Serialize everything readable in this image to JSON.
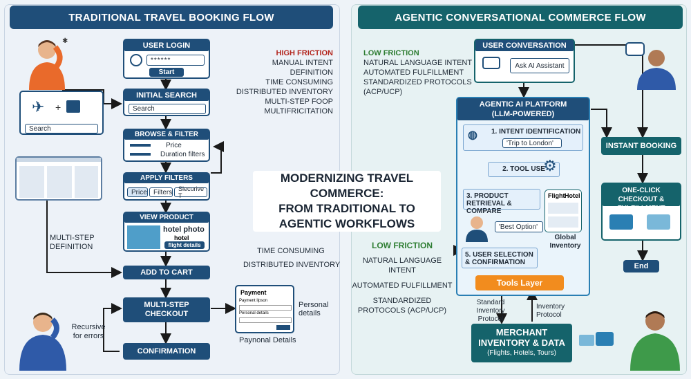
{
  "left": {
    "title": "TRADITIONAL TRAVEL BOOKING FLOW",
    "login": {
      "title": "USER LOGIN",
      "password": "******",
      "start": "Start"
    },
    "search_step": {
      "title": "INITIAL SEARCH",
      "placeholder": "Search"
    },
    "side_search": "Search",
    "browse": {
      "title": "BROWSE & FILTER RESULTS",
      "price": "Price",
      "duration": "Duration filters"
    },
    "apply": {
      "title": "APPLY FILTERS",
      "chips": [
        "Price",
        "Filters",
        "Slecurive T"
      ]
    },
    "product": {
      "title": "VIEW PRODUCT DETAILS",
      "photo": "hotel photo",
      "hotel": "hotel",
      "details": "flight details"
    },
    "cart": "ADD TO CART",
    "checkout": "MULTI-STEP CHECKOUT",
    "confirmation": "CONFIRMATION",
    "friction_title": "HIGH FRICTION",
    "friction_items": [
      "MANUAL INTENT DEFINITION",
      "TIME CONSUMING",
      "DISTRIBUTED INVENTORY",
      "MULTI-STEP FOOP",
      "MULTIFRICITATION"
    ],
    "multi_step_definition": "MULTI-STEP DEFINITION",
    "time_consuming": "TIME CONSUMING",
    "distributed_inventory": "DISTRIBUTED INVENTORY",
    "recursive": "Recursive for errors",
    "payment": {
      "title": "Payment",
      "field1": "Payment lipson",
      "field2": "Personal details"
    },
    "personal_details": "Personal details",
    "paynonal_details": "Paynonal Details"
  },
  "center_title": [
    "MODERNIZING TRAVEL COMMERCE:",
    "FROM TRADITIONAL TO",
    "AGENTIC WORKFLOWS"
  ],
  "right": {
    "title": "AGENTIC CONVERSATIONAL COMMERCE FLOW",
    "friction_title": "LOW FRICTION",
    "friction_items": [
      "NATURAL LANGUAGE INTENT",
      "AUTOMATED FULFILLMENT",
      "STANDARDIZED PROTOCOLS",
      "(ACP/UCP)"
    ],
    "conversation": {
      "title": "USER CONVERSATION START",
      "button": "Ask AI Assistant"
    },
    "platform": {
      "title1": "AGENTIC AI PLATFORM",
      "title2": "(LLM-POWERED)"
    },
    "intent": {
      "title": "1. INTENT IDENTIFICATION",
      "quote": "'Trip to London'"
    },
    "tool_use": "2. TOOL USE",
    "retrieval": "3. PRODUCT RETRIEVAL & COMPARE",
    "best_option": "'Best Option'",
    "selection": "5. USER SELECTION & CONFIRMATION",
    "flight": "Flight",
    "hotel": "Hotel",
    "global_inventory": "Global Inventory",
    "tools_layer": "Tools Layer",
    "instant_booking": "INSTANT BOOKING",
    "oneclick": "ONE-CLICK CHECKOUT & FULFILLMENT",
    "end": "End",
    "low_friction2": "LOW FRICTION",
    "nl_intent": "NATURAL LANGUAGE INTENT",
    "auto_fulfill": "AUTOMATED FULFILLMENT",
    "std_protocols": "STANDARDIZED PROTOCOLS (ACP/UCP)",
    "standard_protocol": "Standard Inventory Protocol",
    "inventory_protocol": "Inventory Protocol",
    "merchant": {
      "title1": "MERCHANT",
      "title2": "INVENTORY & DATA",
      "sub": "(Flights, Hotels, Tours)"
    }
  }
}
